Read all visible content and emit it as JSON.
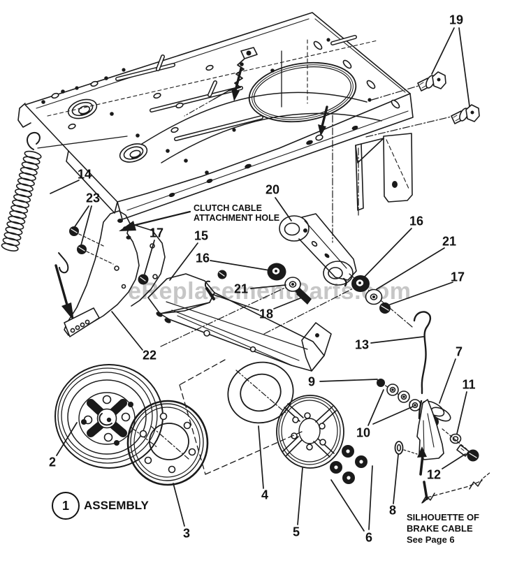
{
  "diagram": {
    "watermark": "eReplacementParts.com",
    "colors": {
      "line": "#1a1a1a",
      "background": "#ffffff",
      "watermark_gray": "#8f8f8f"
    },
    "annotations": {
      "clutch_cable_line1": "CLUTCH CABLE",
      "clutch_cable_line2": "ATTACHMENT HOLE",
      "assembly_number": "1",
      "assembly_label": "ASSEMBLY",
      "silhouette_line1": "SILHOUETTE OF",
      "silhouette_line2": "BRAKE CABLE",
      "silhouette_line3": "See Page 6"
    },
    "callouts": [
      {
        "part": "bolt-pair",
        "label": "19"
      },
      {
        "part": "tension-spring",
        "label": "14"
      },
      {
        "part": "nut-pair",
        "label": "23"
      },
      {
        "part": "hanger-bracket",
        "label": "20"
      },
      {
        "part": "bolt-left",
        "label": "17"
      },
      {
        "part": "idler-bracket",
        "label": "15"
      },
      {
        "part": "spacer-left",
        "label": "16"
      },
      {
        "part": "spacer-right",
        "label": "16"
      },
      {
        "part": "washer-right",
        "label": "21"
      },
      {
        "part": "washer-left",
        "label": "21"
      },
      {
        "part": "nut-right",
        "label": "17"
      },
      {
        "part": "pin-pair",
        "label": "18"
      },
      {
        "part": "clutch-cable",
        "label": "13"
      },
      {
        "part": "brake-bracket",
        "label": "7"
      },
      {
        "part": "small-washer",
        "label": "11"
      },
      {
        "part": "pivot-arm",
        "label": "22"
      },
      {
        "part": "pulley-grooved",
        "label": "2"
      },
      {
        "part": "locknut",
        "label": "9"
      },
      {
        "part": "washer-set",
        "label": "10"
      },
      {
        "part": "ring-guide",
        "label": "4"
      },
      {
        "part": "pulley-drum",
        "label": "3"
      },
      {
        "part": "pulley-spoked",
        "label": "5"
      },
      {
        "part": "nut-cluster",
        "label": "6"
      },
      {
        "part": "washer-oval",
        "label": "8"
      },
      {
        "part": "bolt-lower",
        "label": "12"
      }
    ]
  }
}
